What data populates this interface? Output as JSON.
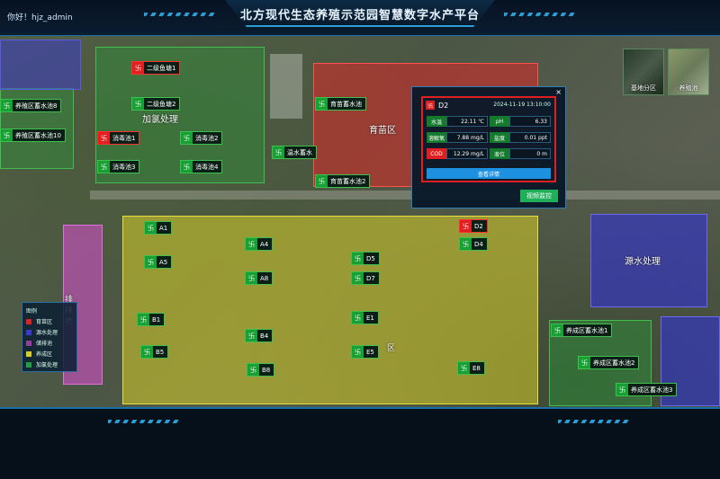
{
  "header": {
    "title": "北方现代生态养殖示范园智慧数字水产平台",
    "greeting": "你好！hjz_admin"
  },
  "map": {
    "zone_labels": {
      "chlorination": "加氯处理",
      "nursery": "育苗区",
      "wastewater": "源水处理",
      "drain": "排排池"
    },
    "cursor_label": "区"
  },
  "tags": [
    {
      "label": "二级鱼塘1",
      "status": "alarm",
      "icon": "fish-icon"
    },
    {
      "label": "二级鱼塘2",
      "status": "normal",
      "icon": "fish-icon"
    },
    {
      "label": "养殖区蓄水池8",
      "status": "normal",
      "icon": "fish-icon"
    },
    {
      "label": "养殖区蓄水池10",
      "status": "normal",
      "icon": "fish-icon"
    },
    {
      "label": "消毒池1",
      "status": "alarm",
      "icon": "fish-icon"
    },
    {
      "label": "消毒池2",
      "status": "normal",
      "icon": "fish-icon"
    },
    {
      "label": "消毒池3",
      "status": "normal",
      "icon": "fish-icon"
    },
    {
      "label": "消毒池4",
      "status": "normal",
      "icon": "fish-icon"
    },
    {
      "label": "育苗蓄水池",
      "status": "normal",
      "icon": "fish-icon"
    },
    {
      "label": "温水蓄水",
      "status": "normal",
      "icon": "fish-icon"
    },
    {
      "label": "育苗蓄水池2",
      "status": "normal",
      "icon": "fish-icon"
    },
    {
      "label": "A1",
      "status": "normal",
      "icon": "fish-icon"
    },
    {
      "label": "A4",
      "status": "normal",
      "icon": "fish-icon"
    },
    {
      "label": "A5",
      "status": "normal",
      "icon": "fish-icon"
    },
    {
      "label": "A8",
      "status": "normal",
      "icon": "fish-icon"
    },
    {
      "label": "D5",
      "status": "normal",
      "icon": "fish-icon"
    },
    {
      "label": "D7",
      "status": "normal",
      "icon": "fish-icon"
    },
    {
      "label": "D2",
      "status": "alarm",
      "icon": "fish-icon"
    },
    {
      "label": "D4",
      "status": "normal",
      "icon": "fish-icon"
    },
    {
      "label": "B1",
      "status": "normal",
      "icon": "fish-icon"
    },
    {
      "label": "B4",
      "status": "normal",
      "icon": "fish-icon"
    },
    {
      "label": "B5",
      "status": "normal",
      "icon": "fish-icon"
    },
    {
      "label": "B8",
      "status": "normal",
      "icon": "fish-icon"
    },
    {
      "label": "E1",
      "status": "normal",
      "icon": "fish-icon"
    },
    {
      "label": "E5",
      "status": "normal",
      "icon": "fish-icon"
    },
    {
      "label": "E8",
      "status": "normal",
      "icon": "fish-icon"
    },
    {
      "label": "养成区蓄水池1",
      "status": "normal",
      "icon": "fish-icon"
    },
    {
      "label": "养成区蓄水池2",
      "status": "normal",
      "icon": "fish-icon"
    },
    {
      "label": "养成区蓄水池3",
      "status": "normal",
      "icon": "fish-icon"
    }
  ],
  "legend": {
    "title": "图例",
    "items": [
      {
        "label": "育苗区",
        "color": "#e02020"
      },
      {
        "label": "源水处理",
        "color": "#3a3ad0"
      },
      {
        "label": "储排池",
        "color": "#9a3aa0"
      },
      {
        "label": "养成区",
        "color": "#d8d020"
      },
      {
        "label": "加氯处理",
        "color": "#20a040"
      }
    ]
  },
  "popup": {
    "pond": "D2",
    "time": "2024-11-19 13:10:00",
    "close": "×",
    "metrics": [
      {
        "key": "水温",
        "value": "22.11 ℃",
        "alarm": false
      },
      {
        "key": "pH",
        "value": "6.33",
        "alarm": false
      },
      {
        "key": "溶解氧",
        "value": "7.88 mg/L",
        "alarm": false
      },
      {
        "key": "盐度",
        "value": "0.01 ppt",
        "alarm": false
      },
      {
        "key": "COD",
        "value": "12.29 mg/L",
        "alarm": true
      },
      {
        "key": "液位",
        "value": "0 m",
        "alarm": false
      }
    ],
    "detail_button": "查看详情",
    "video_button": "视频监控"
  },
  "thumbs": [
    {
      "label": "基地分区"
    },
    {
      "label": "养殖池"
    }
  ],
  "colors": {
    "accent": "#2a9fd6",
    "normal": "#18a034",
    "alarm": "#e02020"
  }
}
